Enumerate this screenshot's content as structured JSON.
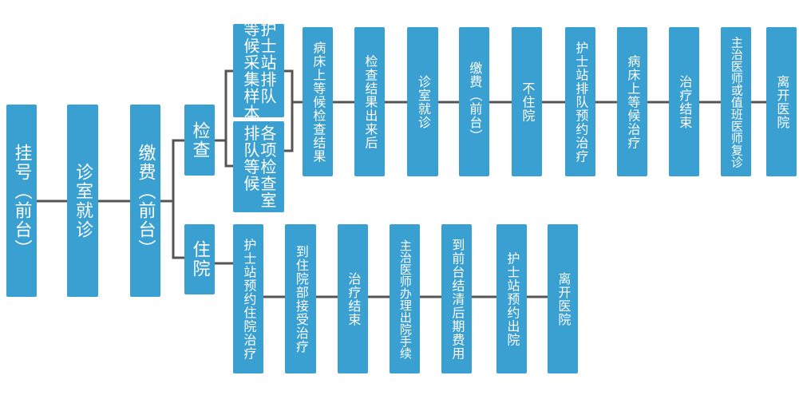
{
  "colors": {
    "box": "#3a9fd1",
    "line": "#555555",
    "text": "#ffffff"
  },
  "nodes": {
    "register": "挂号（前台）",
    "consult": "诊室就诊",
    "pay": "缴费（前台）",
    "exam": "检查",
    "inpatient": "住院",
    "sample_col1": "护士站排队",
    "sample_col2": "等候采集样本",
    "dept_col1": "各项检查室",
    "dept_col2": "排队等候",
    "wait_result": "病床上等候检查结果",
    "result_out": "检查结果出来后",
    "consult2": "诊室就诊",
    "pay2": "缴费（前台）",
    "no_stay": "不住院",
    "nurse_queue": "护士站排队预约治疗",
    "bed_wait_treat": "病床上等候治疗",
    "treat_end": "治疗结束",
    "doctor_review": "主治医师或值班医师复诊",
    "leave1": "离开医院",
    "nurse_admit": "护士站预约住院治疗",
    "ward_accept": "到住院部接受治疗",
    "treat_end2": "治疗结束",
    "discharge_proc": "主治医师办理出院手续",
    "settle": "到前台结清后期费用",
    "nurse_discharge": "护士站预约出院",
    "leave2": "离开医院"
  }
}
